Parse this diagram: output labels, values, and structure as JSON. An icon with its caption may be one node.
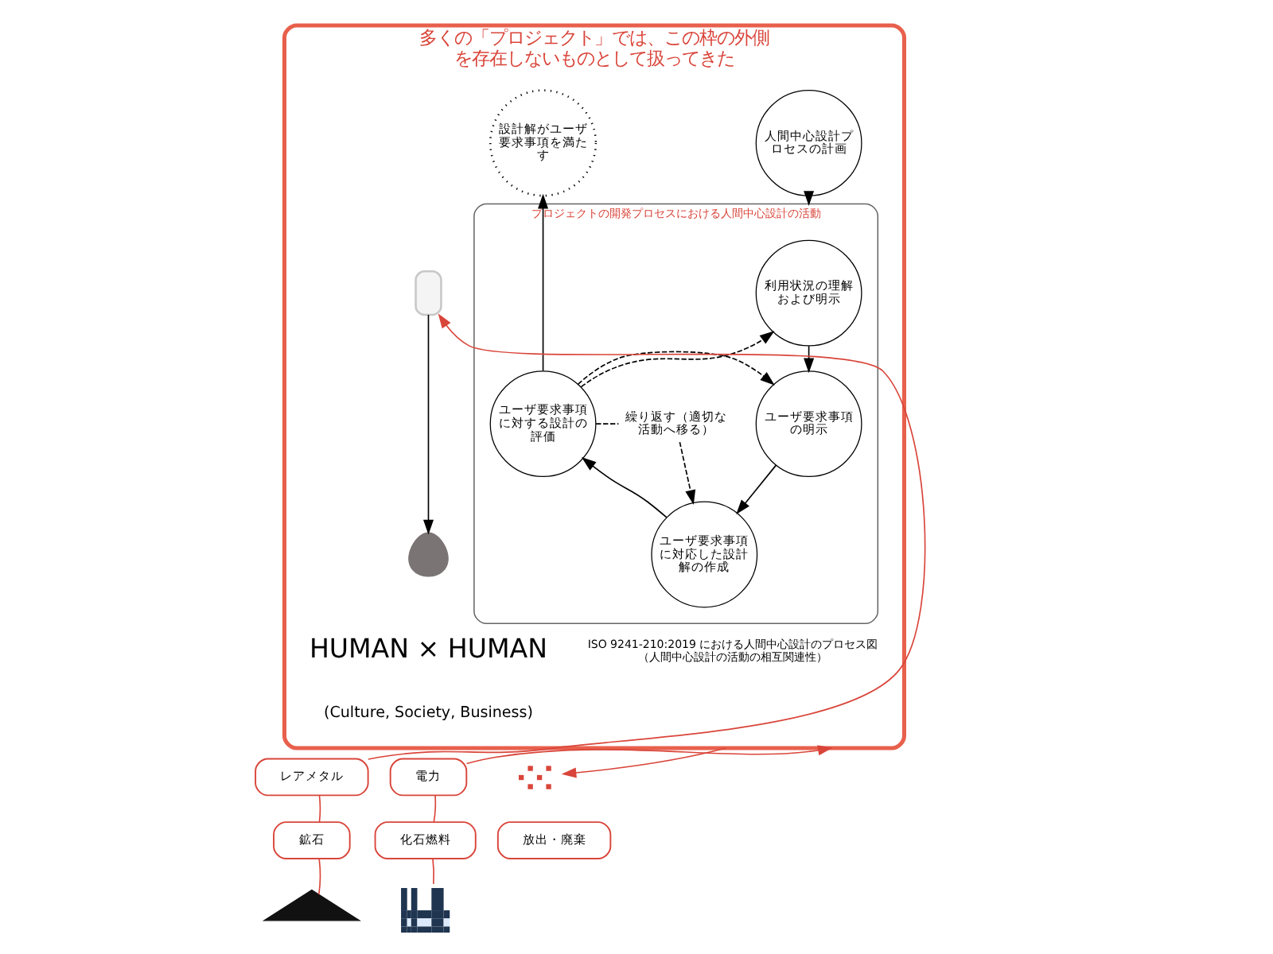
{
  "diagram": {
    "nodes": [
      {
        "text": [
          "多くの「プロジェクト」では、この枠の外側を存在しないものとして扱ってきた"
        ]
      },
      {
        "text": [
          "人間中心設計プロセスの計画"
        ],
        "in": 0
      },
      {
        "text": [
          "プロジェクトの開発プロセスにおける人間中心設計の活動"
        ],
        "in": 0,
        "beside": [
          "ISO 9241-210:2019 における人間中心設計のプロセス図",
          "（人間中心設計の活動の相互関連性）"
        ]
      },
      {
        "text": [
          "利用状況の理解および明示"
        ],
        "in": 2
      },
      {
        "text": [
          "ユーザ要求事項の明示"
        ],
        "in": 2
      },
      {
        "text": [
          "ユーザ要求事項に対応した設計解の作成"
        ],
        "in": 2
      },
      {
        "text": [
          "ユーザ要求事項に対する設計の評価"
        ],
        "in": 2
      },
      {
        "text": [
          "繰り返す（適切な活動へ移る）"
        ],
        "in": 2
      },
      {
        "text": [
          "設計解がユーザ要求事項を満たす"
        ],
        "in": 0
      },
      {
        "text": [],
        "shape": "box",
        "in": 0
      },
      {
        "text": [],
        "shape": "person",
        "in": 0
      },
      {
        "text": [
          "レアメタル"
        ]
      },
      {
        "text": [
          "鉱石"
        ]
      },
      {
        "text": [],
        "shape": "picture"
      },
      {
        "text": [
          "電力"
        ]
      },
      {
        "text": [
          "化石燃料"
        ]
      },
      {
        "text": [],
        "shape": "picture"
      },
      {
        "text": [],
        "shape": "picture"
      },
      {
        "text": [
          "放出・廃棄"
        ]
      }
    ],
    "edges": [
      {
        "from": 1,
        "to": 2,
        "arrow": "to"
      },
      {
        "from": 3,
        "to": 4,
        "arrow": "to"
      },
      {
        "from": 4,
        "to": 5,
        "arrow": "to"
      },
      {
        "from": 5,
        "to": 6,
        "arrow": "to"
      },
      {
        "from": 6,
        "to": 3,
        "arrow": "to",
        "style": "dashed"
      },
      {
        "from": 6,
        "to": 4,
        "arrow": "to",
        "style": "dashed"
      },
      {
        "from": 6,
        "to": 7,
        "arrow": "none",
        "style": "dashed"
      },
      {
        "from": 7,
        "to": 5,
        "arrow": "to",
        "style": "dashed"
      },
      {
        "from": 6,
        "to": 8,
        "arrow": "to"
      },
      {
        "from": 9,
        "to": 10,
        "arrow": "to"
      },
      {
        "from": 13,
        "to": 12,
        "arrow": "none",
        "color": "#d9453a"
      },
      {
        "from": 12,
        "to": 11,
        "arrow": "none",
        "color": "#d9453a"
      },
      {
        "from": 11,
        "to": 9,
        "arrow": "to",
        "color": "#d9453a"
      },
      {
        "from": 16,
        "to": 15,
        "arrow": "none",
        "color": "#d9453a"
      },
      {
        "from": 15,
        "to": 14,
        "arrow": "none",
        "color": "#d9453a"
      },
      {
        "from": 14,
        "to": 0,
        "arrow": "to",
        "color": "#d9453a"
      },
      {
        "from": 0,
        "to": 17,
        "arrow": "to",
        "color": "#d9453a"
      }
    ],
    "labels": [
      "HUMAN × HUMAN",
      "(Culture, Society, Business)"
    ]
  }
}
